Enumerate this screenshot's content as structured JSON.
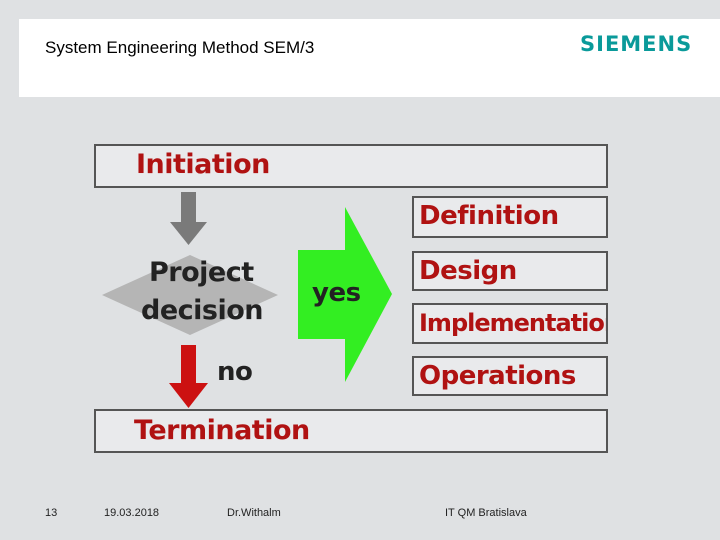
{
  "header": {
    "title": "System Engineering Method SEM/3",
    "logo": "SIEMENS"
  },
  "diagram": {
    "initiation": "Initiation",
    "decision_line1": "Project",
    "decision_line2": "decision",
    "yes_label": "yes",
    "no_label": "no",
    "termination": "Termination",
    "phases": [
      "Definition",
      "Design",
      "Implementation",
      "Operations"
    ]
  },
  "footer": {
    "page_number": "13",
    "date": "19.03.2018",
    "author": "Dr.Withalm",
    "department": "IT QM Bratislava"
  },
  "colors": {
    "text_red": "#b01212",
    "yes_green": "#33ee22",
    "arrow_gray": "#7a7a7a",
    "arrow_red": "#cc1111",
    "logo_teal": "#0a9a9a"
  },
  "icons": [
    "down-arrow-gray-icon",
    "down-arrow-red-icon",
    "yes-arrow-icon",
    "decision-diamond-icon"
  ]
}
